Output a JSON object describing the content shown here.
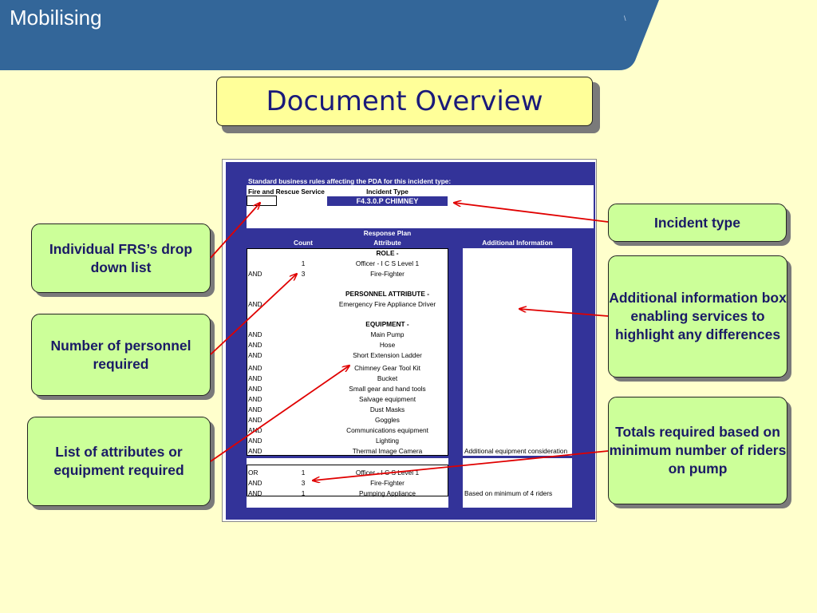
{
  "header": {
    "title": "Mobilising",
    "mark": "\\",
    "bg_color": "#336699"
  },
  "slide_title": "Document Overview",
  "form": {
    "heading": "Standard business rules affecting the PDA for this incident type:",
    "frs_label": "Fire and Rescue Service",
    "incident_label": "Incident Type",
    "incident_value": "F4.3.0.P CHIMNEY",
    "response_plan": "Response Plan",
    "col_count": "Count",
    "col_attribute": "Attribute",
    "col_additional": "Additional Information",
    "rows": [
      {
        "op": "",
        "count": "",
        "attr": "ROLE -",
        "bold": true
      },
      {
        "op": "",
        "count": "1",
        "attr": "Officer - I C S Level 1"
      },
      {
        "op": "AND",
        "count": "3",
        "attr": "Fire-Fighter"
      },
      {
        "op": "",
        "count": "",
        "attr": "PERSONNEL ATTRIBUTE -",
        "bold": true
      },
      {
        "op": "AND",
        "count": "",
        "attr": "Emergency Fire Appliance Driver"
      },
      {
        "op": "",
        "count": "",
        "attr": "EQUIPMENT -",
        "bold": true
      },
      {
        "op": "AND",
        "count": "",
        "attr": "Main Pump"
      },
      {
        "op": "AND",
        "count": "",
        "attr": "Hose"
      },
      {
        "op": "AND",
        "count": "",
        "attr": "Short Extension Ladder"
      },
      {
        "op": "AND",
        "count": "",
        "attr": "Chimney Gear Tool Kit"
      },
      {
        "op": "AND",
        "count": "",
        "attr": "Bucket"
      },
      {
        "op": "AND",
        "count": "",
        "attr": "Small gear and hand tools"
      },
      {
        "op": "AND",
        "count": "",
        "attr": "Salvage equipment"
      },
      {
        "op": "AND",
        "count": "",
        "attr": "Dust Masks"
      },
      {
        "op": "AND",
        "count": "",
        "attr": "Goggles"
      },
      {
        "op": "AND",
        "count": "",
        "attr": "Communications equipment"
      },
      {
        "op": "AND",
        "count": "",
        "attr": "Lighting"
      },
      {
        "op": "AND",
        "count": "",
        "attr": "Thermal Image Camera",
        "extra": "Additional equipment consideration"
      }
    ],
    "totals": [
      {
        "op": "OR",
        "count": "1",
        "attr": "Officer - I C S Level 1"
      },
      {
        "op": "AND",
        "count": "3",
        "attr": "Fire-Fighter"
      },
      {
        "op": "AND",
        "count": "1",
        "attr": "Pumping Appliance",
        "extra": "Based on minimum of 4 riders"
      }
    ]
  },
  "callouts": {
    "frs": "Individual FRS’s drop down list",
    "personnel": "Number of personnel required",
    "attributes": "List of attributes or equipment required",
    "incident": "Incident type",
    "additional": "Additional information box enabling services to highlight any differences",
    "totals": "Totals required based on minimum number of riders on pump"
  },
  "colors": {
    "background": "#ffffcc",
    "title_box": "#ffff99",
    "callout": "#ccff99",
    "form_blue": "#333399",
    "arrow": "#e00000",
    "text": "#1a1a66"
  }
}
